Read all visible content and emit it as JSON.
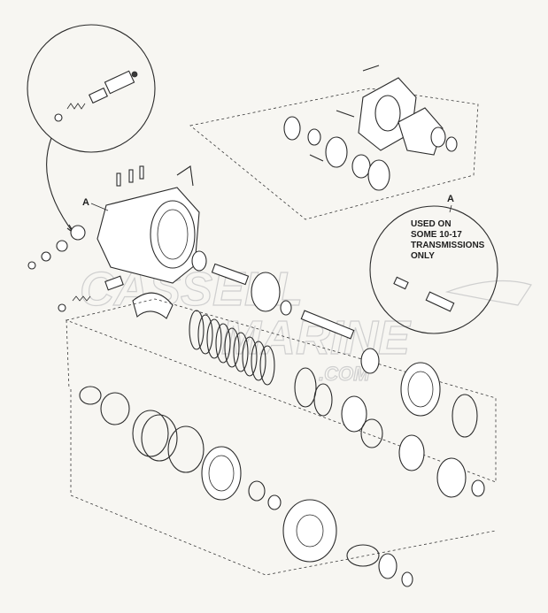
{
  "diagram": {
    "callout_label": "A",
    "inset_label": "A",
    "inset_note_lines": [
      "USED ON",
      "SOME 10-17",
      "TRANSMISSIONS",
      "ONLY"
    ],
    "watermark_line1": "CASSELL",
    "watermark_line2": "MARINE",
    "watermark_suffix": ".COM"
  },
  "colors": {
    "ink": "#2b2b2b",
    "paper": "#f7f6f2",
    "watermark": "#cfcfcf"
  }
}
